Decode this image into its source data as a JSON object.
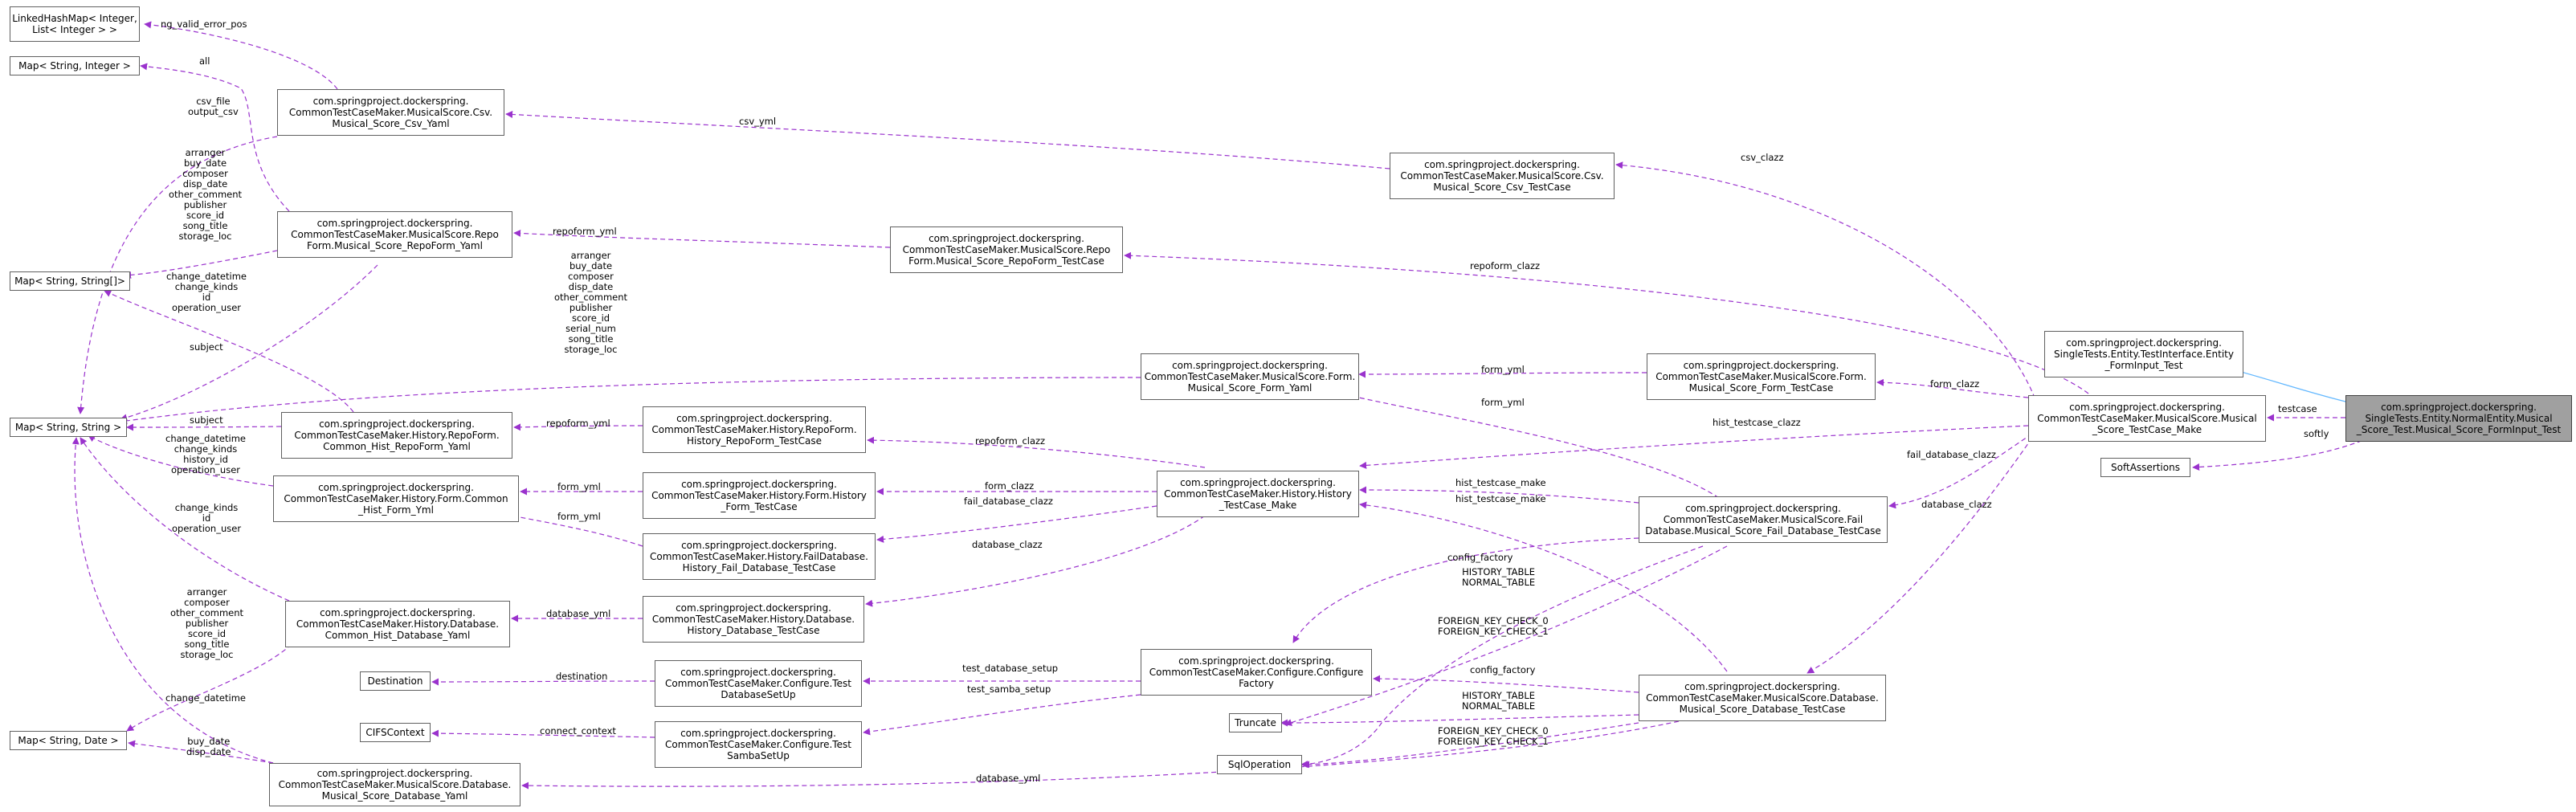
{
  "colors": {
    "dependency": "#9a32cd",
    "inheritance": "#63b8ff",
    "highlight": "#a0a0a0",
    "border": "#606060"
  },
  "nodes": {
    "linkedhashmap": [
      "LinkedHashMap< Integer,",
      "List< Integer > >"
    ],
    "map_string_integer": [
      "Map< String, Integer >"
    ],
    "map_string_stringarr": [
      "Map< String, String[]>"
    ],
    "map_string_string": [
      "Map< String, String >"
    ],
    "map_string_date": [
      "Map< String, Date >"
    ],
    "destination": [
      "Destination"
    ],
    "cifscontext": [
      "CIFSContext"
    ],
    "csv_yaml": [
      "com.springproject.dockerspring.",
      "CommonTestCaseMaker.MusicalScore.Csv.",
      "Musical_Score_Csv_Yaml"
    ],
    "repoform_yaml": [
      "com.springproject.dockerspring.",
      "CommonTestCaseMaker.MusicalScore.Repo",
      "Form.Musical_Score_RepoForm_Yaml"
    ],
    "hist_repoform_yaml": [
      "com.springproject.dockerspring.",
      "CommonTestCaseMaker.History.RepoForm.",
      "Common_Hist_RepoForm_Yaml"
    ],
    "hist_form_yml": [
      "com.springproject.dockerspring.",
      "CommonTestCaseMaker.History.Form.Common",
      "_Hist_Form_Yml"
    ],
    "hist_database_yaml": [
      "com.springproject.dockerspring.",
      "CommonTestCaseMaker.History.Database.",
      "Common_Hist_Database_Yaml"
    ],
    "ms_database_yaml": [
      "com.springproject.dockerspring.",
      "CommonTestCaseMaker.MusicalScore.Database.",
      "Musical_Score_Database_Yaml"
    ],
    "hist_repoform_testcase": [
      "com.springproject.dockerspring.",
      "CommonTestCaseMaker.History.RepoForm.",
      "History_RepoForm_TestCase"
    ],
    "hist_form_testcase": [
      "com.springproject.dockerspring.",
      "CommonTestCaseMaker.History.Form.History",
      "_Form_TestCase"
    ],
    "hist_faildb_testcase": [
      "com.springproject.dockerspring.",
      "CommonTestCaseMaker.History.FailDatabase.",
      "History_Fail_Database_TestCase"
    ],
    "hist_database_testcase": [
      "com.springproject.dockerspring.",
      "CommonTestCaseMaker.History.Database.",
      "History_Database_TestCase"
    ],
    "db_setup": [
      "com.springproject.dockerspring.",
      "CommonTestCaseMaker.Configure.Test",
      "DatabaseSetUp"
    ],
    "samba_setup": [
      "com.springproject.dockerspring.",
      "CommonTestCaseMaker.Configure.Test",
      "SambaSetUp"
    ],
    "repoform_testcase": [
      "com.springproject.dockerspring.",
      "CommonTestCaseMaker.MusicalScore.Repo",
      "Form.Musical_Score_RepoForm_TestCase"
    ],
    "form_yaml": [
      "com.springproject.dockerspring.",
      "CommonTestCaseMaker.MusicalScore.Form.",
      "Musical_Score_Form_Yaml"
    ],
    "history_testcase_make": [
      "com.springproject.dockerspring.",
      "CommonTestCaseMaker.History.History",
      "_TestCase_Make"
    ],
    "configure_factory": [
      "com.springproject.dockerspring.",
      "CommonTestCaseMaker.Configure.Configure",
      "Factory"
    ],
    "truncate": [
      "Truncate"
    ],
    "sqloperation": [
      "SqlOperation"
    ],
    "csv_testcase": [
      "com.springproject.dockerspring.",
      "CommonTestCaseMaker.MusicalScore.Csv.",
      "Musical_Score_Csv_TestCase"
    ],
    "form_testcase": [
      "com.springproject.dockerspring.",
      "CommonTestCaseMaker.MusicalScore.Form.",
      "Musical_Score_Form_TestCase"
    ],
    "fail_db_testcase": [
      "com.springproject.dockerspring.",
      "CommonTestCaseMaker.MusicalScore.Fail",
      "Database.Musical_Score_Fail_Database_TestCase"
    ],
    "ms_db_testcase": [
      "com.springproject.dockerspring.",
      "CommonTestCaseMaker.MusicalScore.Database.",
      "Musical_Score_Database_TestCase"
    ],
    "testinterface": [
      "com.springproject.dockerspring.",
      "SingleTests.Entity.TestInterface.Entity",
      "_FormInput_Test"
    ],
    "testcase_make": [
      "com.springproject.dockerspring.",
      "CommonTestCaseMaker.MusicalScore.Musical",
      "_Score_TestCase_Make"
    ],
    "softassertions": [
      "SoftAssertions"
    ],
    "main": [
      "com.springproject.dockerspring.",
      "SingleTests.Entity.NormalEntity.Musical",
      "_Score_Test.Musical_Score_FormInput_Test"
    ]
  },
  "edge_labels": {
    "ng_valid_error_pos": [
      "ng_valid_error_pos"
    ],
    "all": [
      "all"
    ],
    "csv_file": [
      "csv_file",
      "output_csv"
    ],
    "csv_yml": [
      "csv_yml"
    ],
    "repo_fields": [
      "arranger",
      "buy_date",
      "composer",
      "disp_date",
      "other_comment",
      "publisher",
      "score_id",
      "song_title",
      "storage_loc"
    ],
    "repoform_yml_ms": [
      "repoform_yml"
    ],
    "hist_repo_fields": [
      "change_datetime",
      "change_kinds",
      "id",
      "operation_user"
    ],
    "subject_a": [
      "subject"
    ],
    "form_fields": [
      "arranger",
      "buy_date",
      "composer",
      "disp_date",
      "other_comment",
      "publisher",
      "score_id",
      "serial_num",
      "song_title",
      "storage_loc"
    ],
    "subject_b": [
      "subject"
    ],
    "repoform_yml_h": [
      "repoform_yml"
    ],
    "hist_form_fields": [
      "change_datetime",
      "change_kinds",
      "history_id",
      "operation_user"
    ],
    "form_yml_h1": [
      "form_yml"
    ],
    "form_yml_h2": [
      "form_yml"
    ],
    "hist_db_fields": [
      "change_kinds",
      "id",
      "operation_user"
    ],
    "database_yml_h": [
      "database_yml"
    ],
    "ms_db_fields": [
      "arranger",
      "composer",
      "other_comment",
      "publisher",
      "score_id",
      "song_title",
      "storage_loc"
    ],
    "change_datetime": [
      "change_datetime"
    ],
    "buy_disp": [
      "buy_date",
      "disp_date"
    ],
    "destination": [
      "destination"
    ],
    "connect_context": [
      "connect_context"
    ],
    "test_database_setup": [
      "test_database_setup"
    ],
    "test_samba_setup": [
      "test_samba_setup"
    ],
    "repoform_clazz_h": [
      "repoform_clazz"
    ],
    "form_clazz_h": [
      "form_clazz"
    ],
    "fail_database_clazz_h": [
      "fail_database_clazz"
    ],
    "database_clazz_h": [
      "database_clazz"
    ],
    "form_yml_ms": [
      "form_yml"
    ],
    "form_yml_r": [
      "form_yml"
    ],
    "hist_testcase_make_a": [
      "hist_testcase_make"
    ],
    "hist_testcase_make_b": [
      "hist_testcase_make"
    ],
    "hist_testcase_clazz": [
      "hist_testcase_clazz"
    ],
    "config_factory_a": [
      "config_factory"
    ],
    "config_factory_b": [
      "config_factory"
    ],
    "hist_normal_a": [
      "HISTORY_TABLE",
      "NORMAL_TABLE"
    ],
    "fk_check_a": [
      "FOREIGN_KEY_CHECK_0",
      "FOREIGN_KEY_CHECK_1"
    ],
    "hist_normal_b": [
      "HISTORY_TABLE",
      "NORMAL_TABLE"
    ],
    "fk_check_b": [
      "FOREIGN_KEY_CHECK_0",
      "FOREIGN_KEY_CHECK_1"
    ],
    "database_yml_ms": [
      "database_yml"
    ],
    "csv_clazz": [
      "csv_clazz"
    ],
    "repoform_clazz_ms": [
      "repoform_clazz"
    ],
    "form_clazz_ms": [
      "form_clazz"
    ],
    "fail_database_clazz_ms": [
      "fail_database_clazz"
    ],
    "database_clazz_ms": [
      "database_clazz"
    ],
    "testcase": [
      "testcase"
    ],
    "softly": [
      "softly"
    ]
  }
}
